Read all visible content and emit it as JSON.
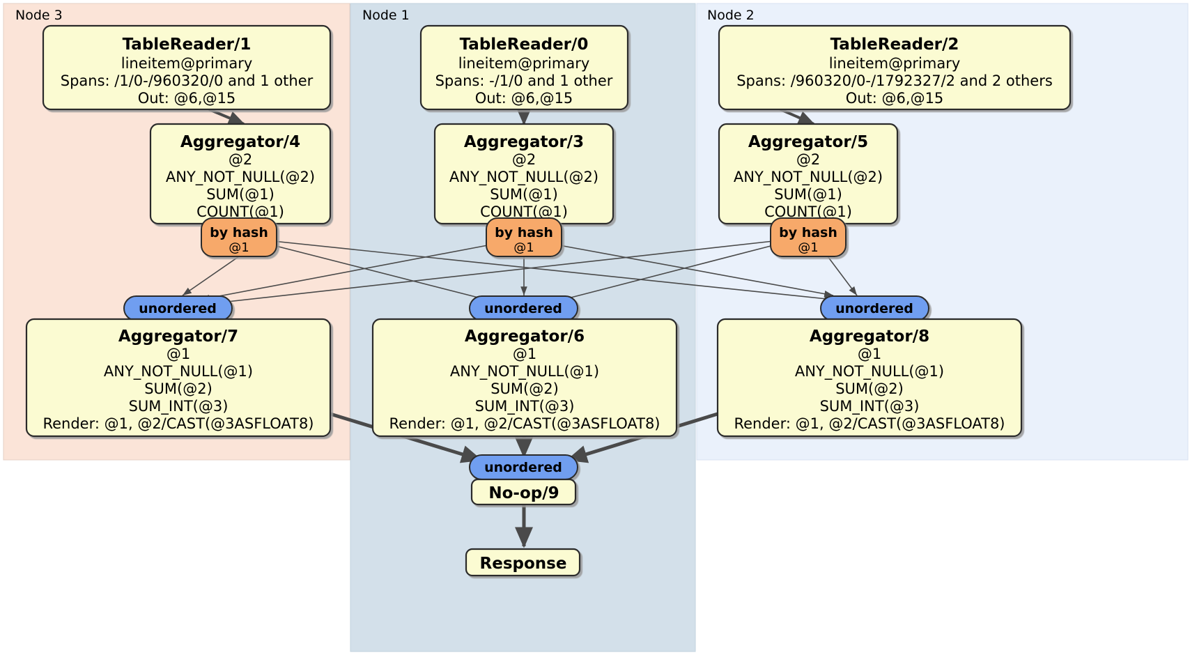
{
  "diagram": {
    "type": "distributed-query-plan",
    "colors": {
      "node3_panel": "#fbe4d8",
      "node1_panel": "#d3e0ea",
      "node2_panel": "#eaf1fb",
      "processor_box": "#fbfbd2",
      "router_by_hash": "#f7a96a",
      "stream_unordered": "#6f9ef0",
      "edge": "#4a4a4a",
      "border": "#2b2b2b"
    },
    "panels": [
      {
        "id": "node3",
        "label": "Node 3"
      },
      {
        "id": "node1",
        "label": "Node 1"
      },
      {
        "id": "node2",
        "label": "Node 2"
      }
    ],
    "nodes": {
      "tablereader1": {
        "title": "TableReader/1",
        "lines": [
          "lineitem@primary",
          "Spans: /1/0-/960320/0 and 1 other",
          "Out: @6,@15"
        ]
      },
      "tablereader0": {
        "title": "TableReader/0",
        "lines": [
          "lineitem@primary",
          "Spans: -/1/0 and 1 other",
          "Out: @6,@15"
        ]
      },
      "tablereader2": {
        "title": "TableReader/2",
        "lines": [
          "lineitem@primary",
          "Spans: /960320/0-/1792327/2 and 2 others",
          "Out: @6,@15"
        ]
      },
      "aggregator4": {
        "title": "Aggregator/4",
        "lines": [
          "@2",
          "ANY_NOT_NULL(@2)",
          "SUM(@1)",
          "COUNT(@1)"
        ]
      },
      "aggregator3": {
        "title": "Aggregator/3",
        "lines": [
          "@2",
          "ANY_NOT_NULL(@2)",
          "SUM(@1)",
          "COUNT(@1)"
        ]
      },
      "aggregator5": {
        "title": "Aggregator/5",
        "lines": [
          "@2",
          "ANY_NOT_NULL(@2)",
          "SUM(@1)",
          "COUNT(@1)"
        ]
      },
      "aggregator7": {
        "title": "Aggregator/7",
        "lines": [
          "@1",
          "ANY_NOT_NULL(@1)",
          "SUM(@2)",
          "SUM_INT(@3)",
          "Render: @1, @2/CAST(@3ASFLOAT8)"
        ]
      },
      "aggregator6": {
        "title": "Aggregator/6",
        "lines": [
          "@1",
          "ANY_NOT_NULL(@1)",
          "SUM(@2)",
          "SUM_INT(@3)",
          "Render: @1, @2/CAST(@3ASFLOAT8)"
        ]
      },
      "aggregator8": {
        "title": "Aggregator/8",
        "lines": [
          "@1",
          "ANY_NOT_NULL(@1)",
          "SUM(@2)",
          "SUM_INT(@3)",
          "Render: @1, @2/CAST(@3ASFLOAT8)"
        ]
      },
      "noop9": {
        "title": "No-op/9",
        "lines": []
      },
      "response": {
        "title": "Response",
        "lines": []
      }
    },
    "routers": [
      {
        "id": "byhash-left",
        "label": "by hash",
        "sub": "@1"
      },
      {
        "id": "byhash-center",
        "label": "by hash",
        "sub": "@1"
      },
      {
        "id": "byhash-right",
        "label": "by hash",
        "sub": "@1"
      }
    ],
    "streams": [
      {
        "id": "unordered-left",
        "label": "unordered"
      },
      {
        "id": "unordered-center",
        "label": "unordered"
      },
      {
        "id": "unordered-right",
        "label": "unordered"
      },
      {
        "id": "unordered-final",
        "label": "unordered"
      }
    ]
  }
}
